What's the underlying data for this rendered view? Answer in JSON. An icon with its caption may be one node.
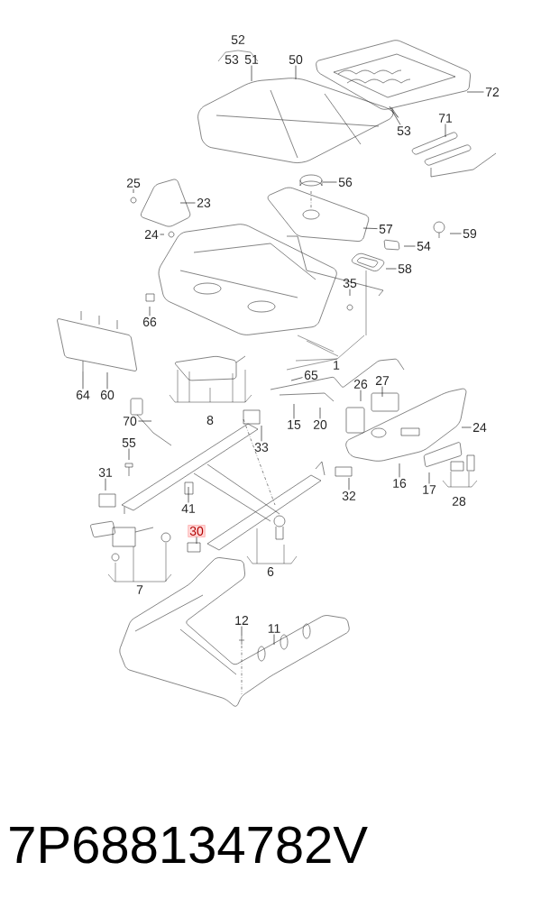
{
  "diagram": {
    "nodes": [
      {
        "text": [
          "51"
        ]
      },
      {
        "text": [
          "50"
        ]
      },
      {
        "text": [
          "72"
        ]
      },
      {
        "text": [
          "53"
        ]
      },
      {
        "text": [
          "71"
        ]
      },
      {
        "text": [
          "56"
        ]
      },
      {
        "text": [
          "25"
        ]
      },
      {
        "text": [
          "23"
        ]
      },
      {
        "text": [
          "24"
        ]
      },
      {
        "text": [
          "57"
        ]
      },
      {
        "text": [
          "59"
        ]
      },
      {
        "text": [
          "54"
        ]
      },
      {
        "text": [
          "58"
        ]
      },
      {
        "text": [
          "35"
        ]
      },
      {
        "text": [
          "66"
        ]
      },
      {
        "text": [
          "64"
        ]
      },
      {
        "text": [
          "60"
        ]
      },
      {
        "text": [
          "65"
        ]
      },
      {
        "text": [
          "26"
        ]
      },
      {
        "text": [
          "27"
        ]
      },
      {
        "text": [
          "70"
        ]
      },
      {
        "text": [
          "15"
        ]
      },
      {
        "text": [
          "20"
        ]
      },
      {
        "text": [
          "24"
        ]
      },
      {
        "text": [
          "33"
        ]
      },
      {
        "text": [
          "55"
        ]
      },
      {
        "text": [
          "31"
        ]
      },
      {
        "text": [
          "16"
        ]
      },
      {
        "text": [
          "17"
        ]
      },
      {
        "text": [
          "32"
        ]
      },
      {
        "text": [
          "41"
        ]
      },
      {
        "text": [
          "30"
        ]
      },
      {
        "text": [
          "12"
        ]
      },
      {
        "text": [
          "11"
        ]
      }
    ],
    "edges": [
      {
        "from": 0,
        "to": null,
        "arrow": "none"
      },
      {
        "from": 1,
        "to": null,
        "arrow": "none"
      },
      {
        "from": 2,
        "to": null,
        "arrow": "none"
      },
      {
        "from": 3,
        "to": null,
        "arrow": "none"
      },
      {
        "from": 4,
        "to": null,
        "arrow": "none"
      },
      {
        "from": 5,
        "to": null,
        "arrow": "none"
      },
      {
        "from": 6,
        "to": null,
        "arrow": "none"
      },
      {
        "from": 7,
        "to": null,
        "arrow": "none"
      },
      {
        "from": 8,
        "to": null,
        "arrow": "none"
      },
      {
        "from": 9,
        "to": null,
        "arrow": "none"
      },
      {
        "from": 10,
        "to": null,
        "arrow": "none"
      },
      {
        "from": 11,
        "to": null,
        "arrow": "none"
      },
      {
        "from": 12,
        "to": null,
        "arrow": "none"
      },
      {
        "from": 13,
        "to": null,
        "arrow": "none"
      },
      {
        "from": 14,
        "to": null,
        "arrow": "none"
      },
      {
        "from": 15,
        "to": null,
        "arrow": "none"
      },
      {
        "from": 16,
        "to": null,
        "arrow": "none"
      },
      {
        "from": 17,
        "to": null,
        "arrow": "none"
      },
      {
        "from": 18,
        "to": null,
        "arrow": "none"
      },
      {
        "from": 19,
        "to": null,
        "arrow": "none"
      },
      {
        "from": 20,
        "to": null,
        "arrow": "none"
      },
      {
        "from": 21,
        "to": null,
        "arrow": "none"
      },
      {
        "from": 22,
        "to": null,
        "arrow": "none"
      },
      {
        "from": 23,
        "to": null,
        "arrow": "none"
      },
      {
        "from": 24,
        "to": null,
        "arrow": "none"
      },
      {
        "from": 25,
        "to": null,
        "arrow": "none"
      },
      {
        "from": 26,
        "to": null,
        "arrow": "none"
      },
      {
        "from": 27,
        "to": null,
        "arrow": "none"
      },
      {
        "from": 28,
        "to": null,
        "arrow": "none"
      },
      {
        "from": 29,
        "to": null,
        "arrow": "none"
      },
      {
        "from": 30,
        "to": null,
        "arrow": "none"
      },
      {
        "from": 31,
        "to": null,
        "arrow": "none"
      },
      {
        "from": 32,
        "to": null,
        "arrow": "none"
      },
      {
        "from": 33,
        "to": null,
        "arrow": "none"
      }
    ],
    "labels": [
      "52",
      "53",
      "1",
      "8",
      "28",
      "6",
      "7",
      "7P688134782V"
    ]
  }
}
